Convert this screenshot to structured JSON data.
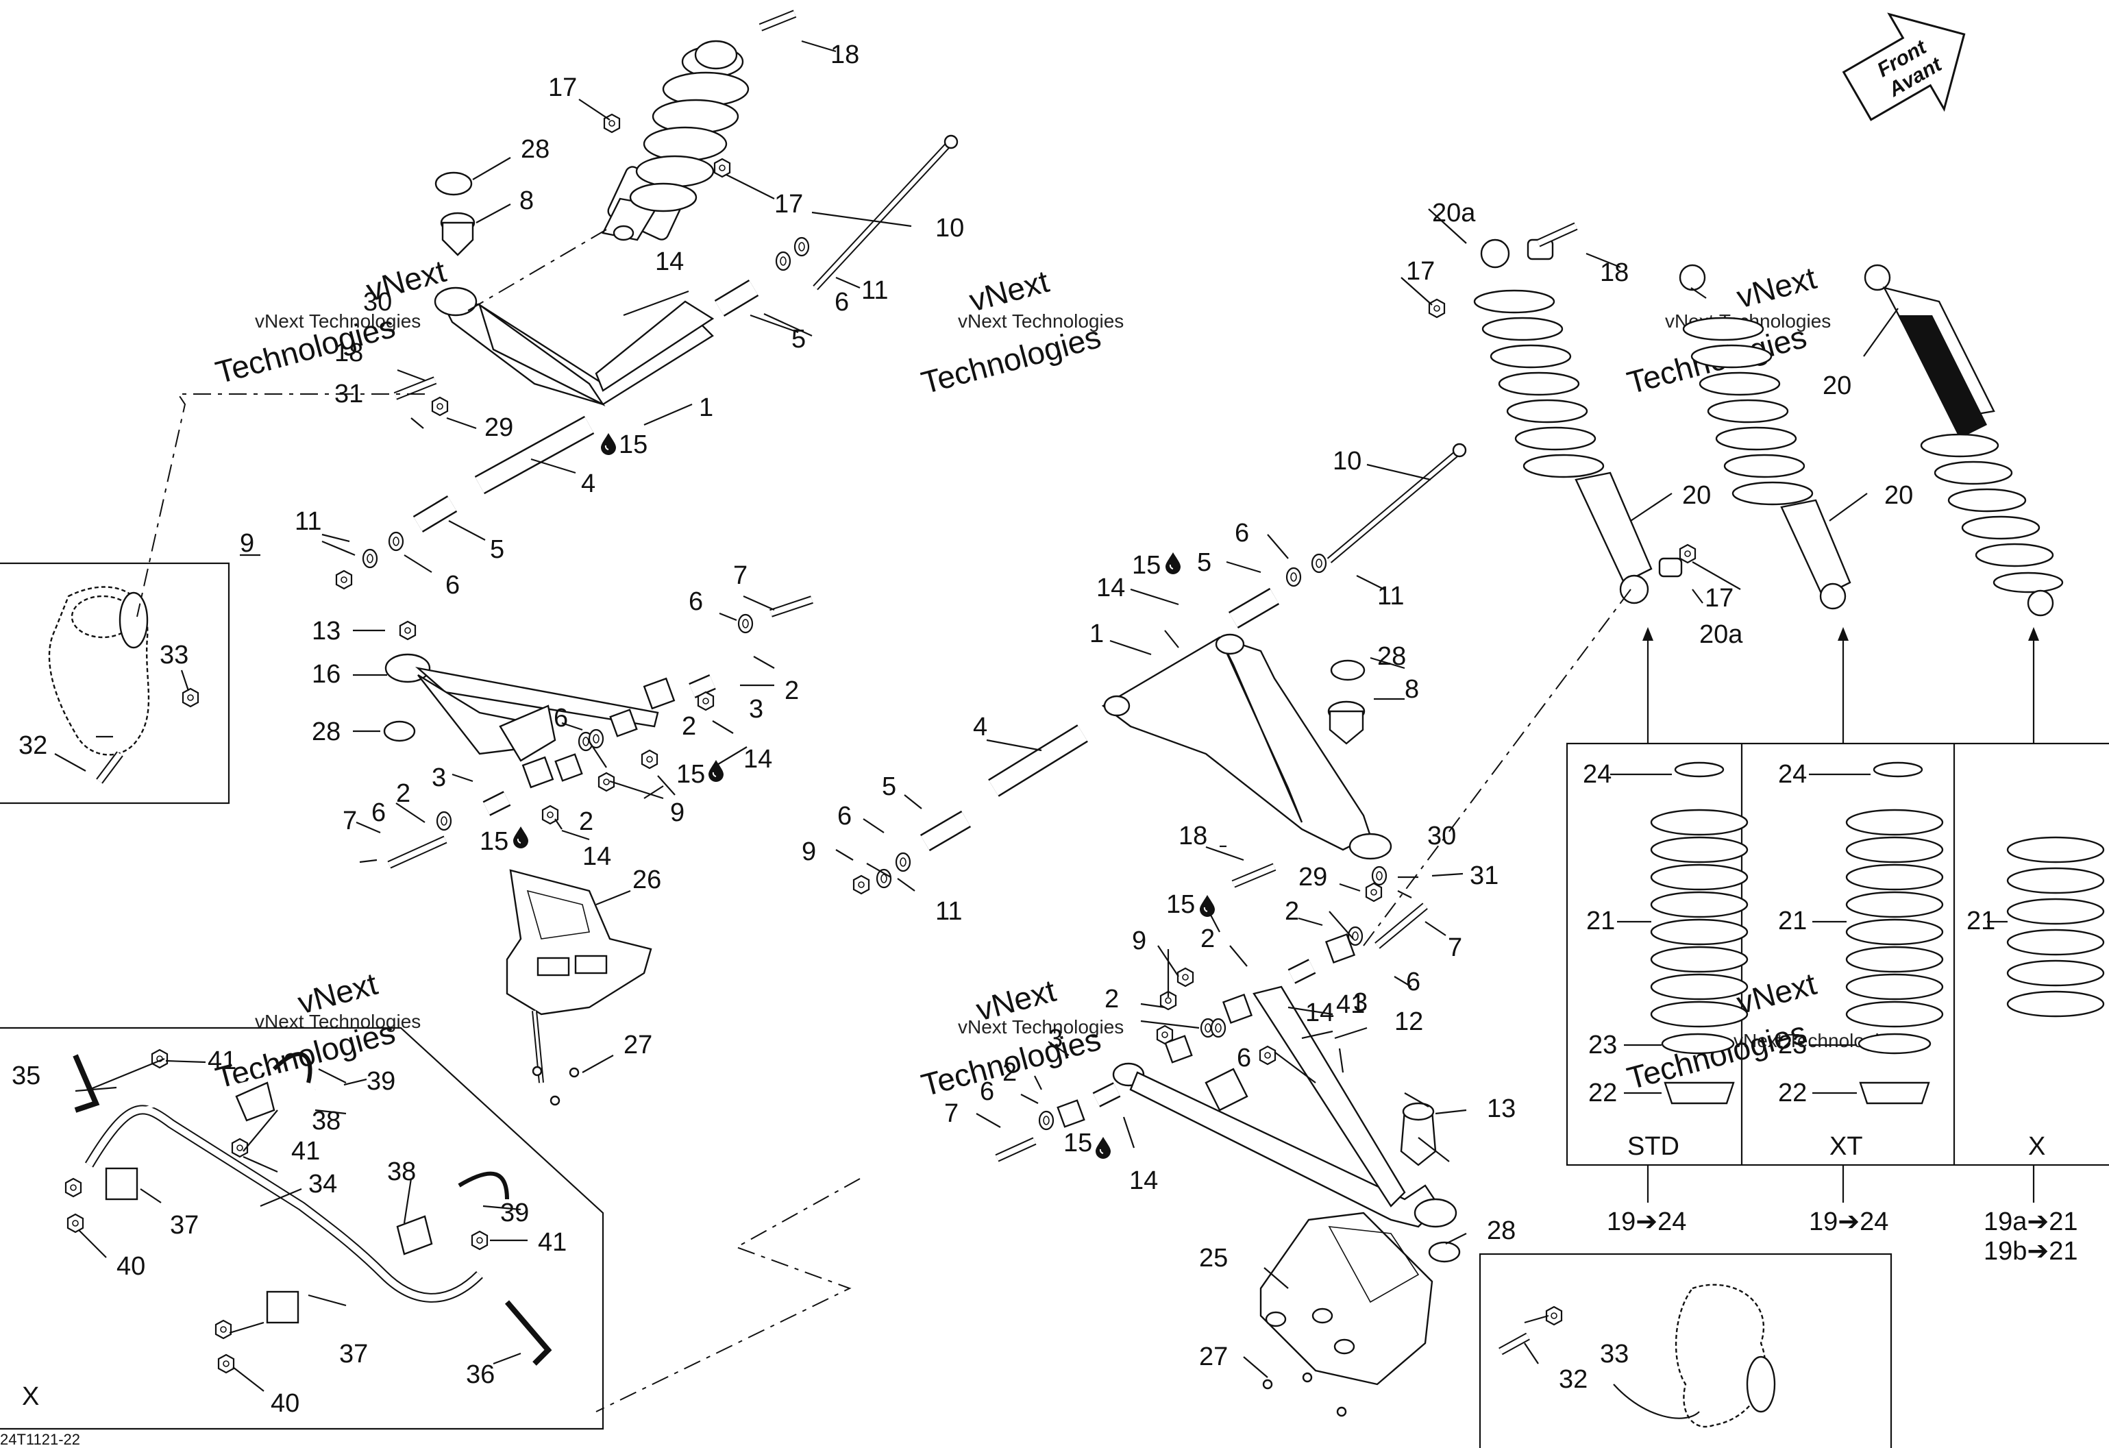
{
  "corner_code": "24T1121-22",
  "front_arrow": {
    "line1": "Front",
    "line2": "Avant"
  },
  "watermark": {
    "line1": "vNext Technologies",
    "line2": "vNext",
    "line3": "Technologies"
  },
  "left_box_label": "X",
  "variant_columns": [
    {
      "name": "STD",
      "range": "19➔24"
    },
    {
      "name": "XT",
      "range": "19➔24"
    },
    {
      "name": "X",
      "range_a": "19a➔21",
      "range_b": "19b➔21"
    }
  ],
  "callouts": {
    "c1": "1",
    "c2": "2",
    "c3": "3",
    "c4": "4",
    "c5": "5",
    "c6": "6",
    "c7": "7",
    "c8": "8",
    "c9": "9",
    "c10": "10",
    "c11": "11",
    "c12": "12",
    "c13": "13",
    "c14": "14",
    "c15": "15",
    "c16": "16",
    "c17": "17",
    "c18": "18",
    "c20": "20",
    "c20a": "20a",
    "c21": "21",
    "c22": "22",
    "c23": "23",
    "c24": "24",
    "c25": "25",
    "c26": "26",
    "c27": "27",
    "c28": "28",
    "c29": "29",
    "c30": "30",
    "c31": "31",
    "c32": "32",
    "c33": "33",
    "c34": "34",
    "c35": "35",
    "c36": "36",
    "c37": "37",
    "c38": "38",
    "c39": "39",
    "c40": "40",
    "c41": "41"
  },
  "icons": {
    "oil_drop": "oil-drop-icon"
  }
}
